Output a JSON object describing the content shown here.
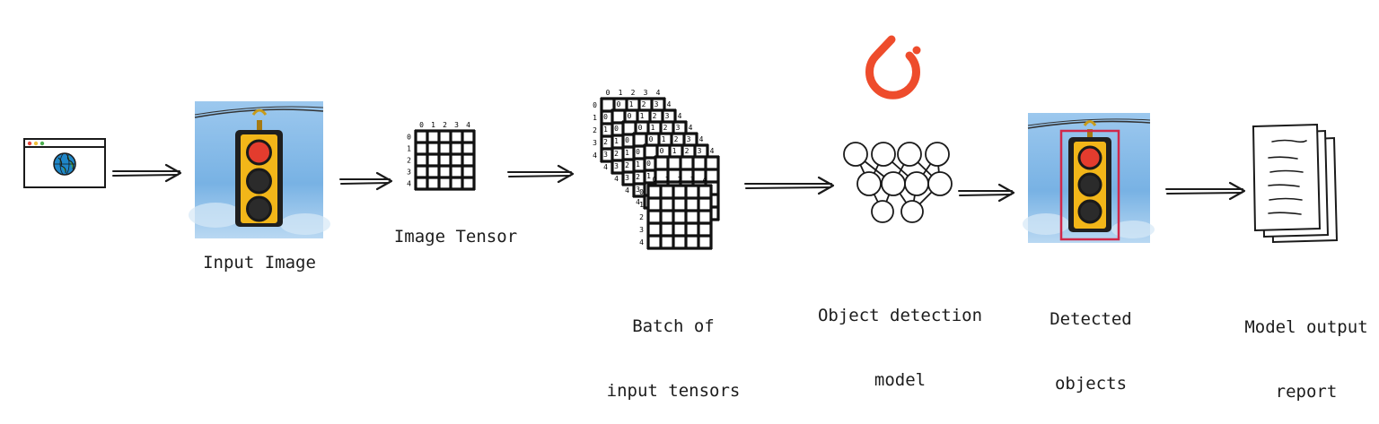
{
  "labels": {
    "input_image": "Input Image",
    "image_tensor": "Image Tensor",
    "batch_line1": "Batch of",
    "batch_line2": "input tensors",
    "model_line1": "Object detection",
    "model_line2": "model",
    "detected_line1": "Detected",
    "detected_line2": "objects",
    "report_line1": "Model output",
    "report_line2": "report"
  },
  "tensor_indices": {
    "columns": [
      "0",
      "1",
      "2",
      "3",
      "4"
    ],
    "rows": [
      "0",
      "1",
      "2",
      "3",
      "4"
    ]
  },
  "icons": {
    "browser": "browser-globe-icon",
    "framework": "pytorch-logo",
    "network": "neural-network-icon",
    "report": "document-stack-icon"
  },
  "colors": {
    "sky": "#7fb6e6",
    "light_red": "#e33c2e",
    "housing": "#f2b619",
    "detection_box": "#d0284a",
    "pytorch": "#ee4c2c",
    "globe": "#1f86c8",
    "ink": "#1a1a1a"
  }
}
